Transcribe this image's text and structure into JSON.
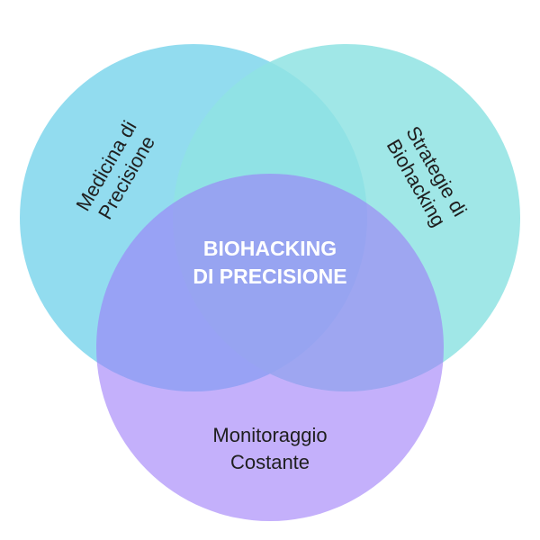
{
  "diagram": {
    "sets": [
      {
        "id": "medicina",
        "lines": [
          "Medicina di",
          "Precisione"
        ],
        "color": "#7fd6ec"
      },
      {
        "id": "strategie",
        "lines": [
          "Strategie di",
          "Biohacking"
        ],
        "color": "#8fe3e3"
      },
      {
        "id": "monitoraggio",
        "lines": [
          "Monitoraggio",
          "Costante"
        ],
        "color": "#b99bfb"
      }
    ],
    "intersection": {
      "lines": [
        "BIOHACKING",
        "DI PRECISIONE"
      ],
      "color": "#ffffff"
    }
  }
}
